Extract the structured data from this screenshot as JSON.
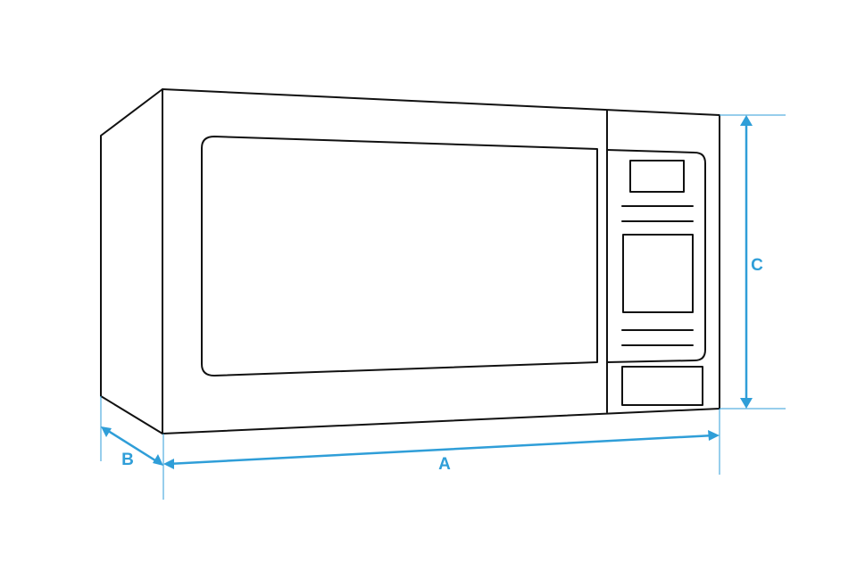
{
  "colors": {
    "dimension": "#2f9ed8",
    "outline": "#111111",
    "background": "#ffffff"
  },
  "dimensions": {
    "width_label": "A",
    "depth_label": "B",
    "height_label": "C"
  }
}
